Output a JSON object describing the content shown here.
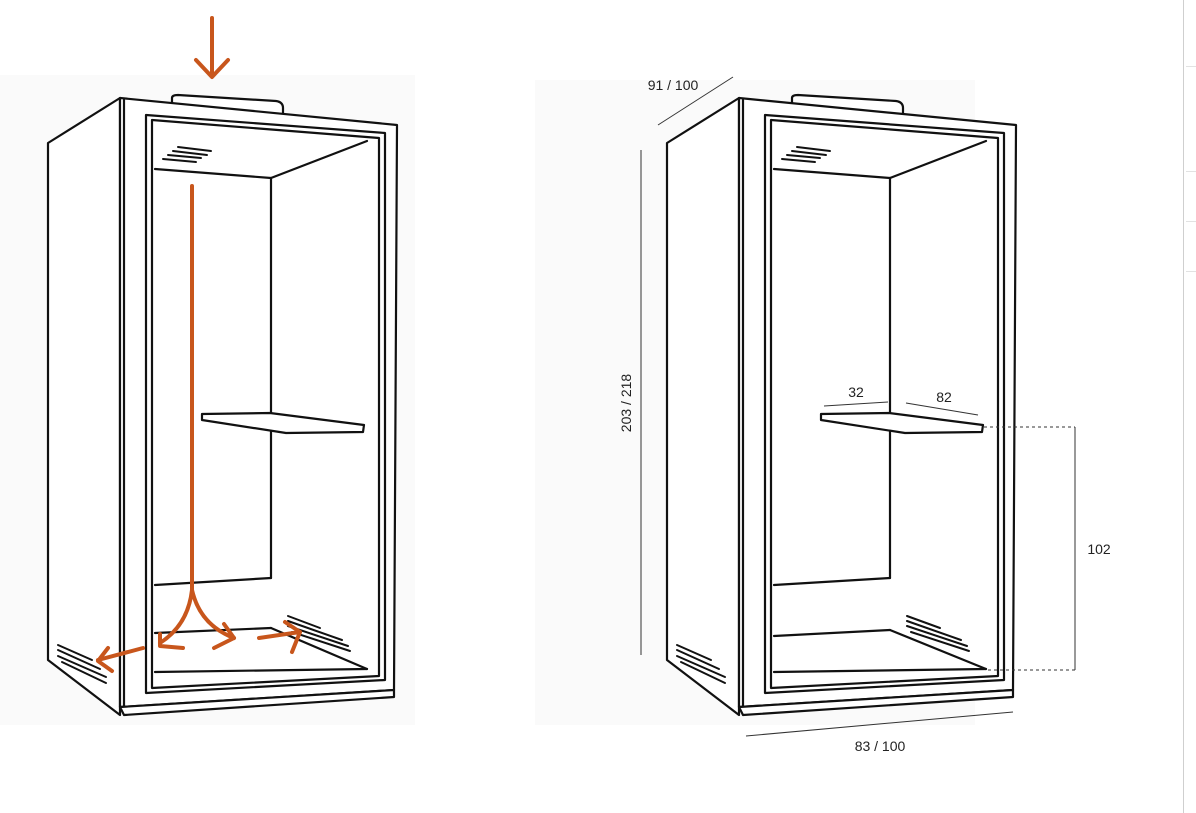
{
  "colors": {
    "line": "#111111",
    "airflow": "#c8561c",
    "dimension": "#333333",
    "background": "#ffffff"
  },
  "dimensions": {
    "depth": "91 / 100",
    "height": "203 / 218",
    "width": "83 / 100",
    "shelf_depth_short": "32",
    "shelf_depth_long": "82",
    "shelf_height": "102"
  }
}
